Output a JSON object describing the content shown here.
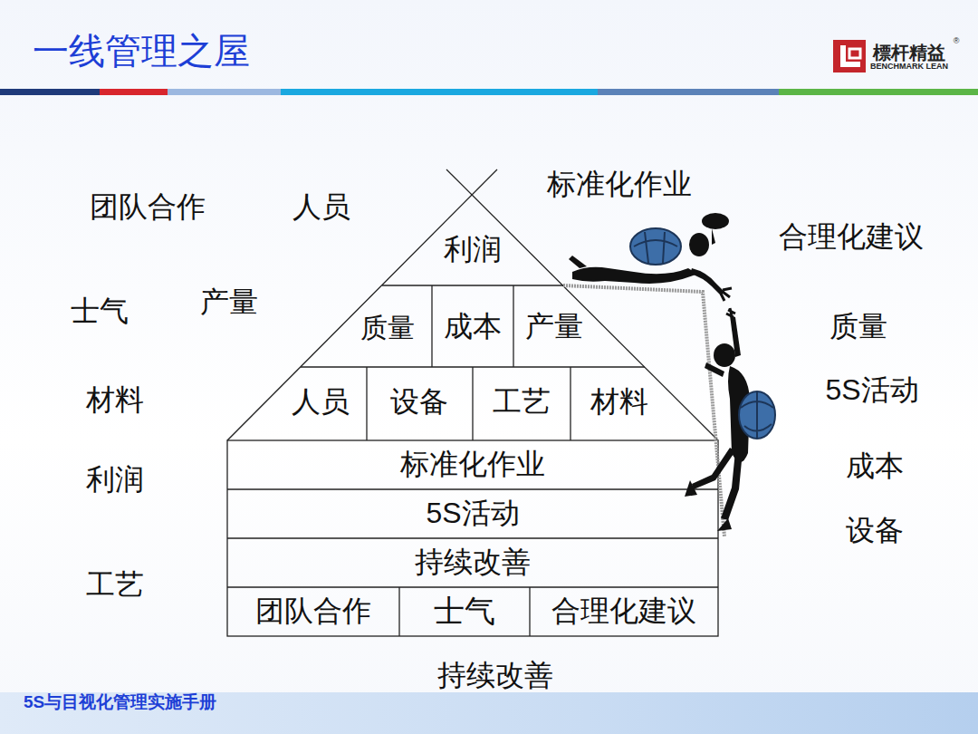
{
  "diagram": {
    "title": "一线管理之屋",
    "caption": "5S与目视化管理实施手册",
    "nodes": [
      {
        "text": [
          "利润"
        ]
      },
      {
        "text": [
          "质量"
        ]
      },
      {
        "text": [
          "成本"
        ]
      },
      {
        "text": [
          "产量"
        ]
      },
      {
        "text": [
          "人员"
        ]
      },
      {
        "text": [
          "设备"
        ]
      },
      {
        "text": [
          "工艺"
        ]
      },
      {
        "text": [
          "材料"
        ]
      },
      {
        "text": [
          "标准化作业"
        ]
      },
      {
        "text": [
          "5S活动"
        ]
      },
      {
        "text": [
          "持续改善"
        ]
      },
      {
        "text": [
          "团队合作"
        ]
      },
      {
        "text": [
          "士气"
        ]
      },
      {
        "text": [
          "合理化建议"
        ]
      }
    ],
    "labels": [
      "团队合作",
      "人员",
      "标准化作业",
      "合理化建议",
      "士气",
      "产量",
      "质量",
      "5S活动",
      "材料",
      "利润",
      "成本",
      "设备",
      "工艺",
      "持续改善",
      "標杆精益",
      "®",
      "BENCHMARK LEAN"
    ]
  }
}
